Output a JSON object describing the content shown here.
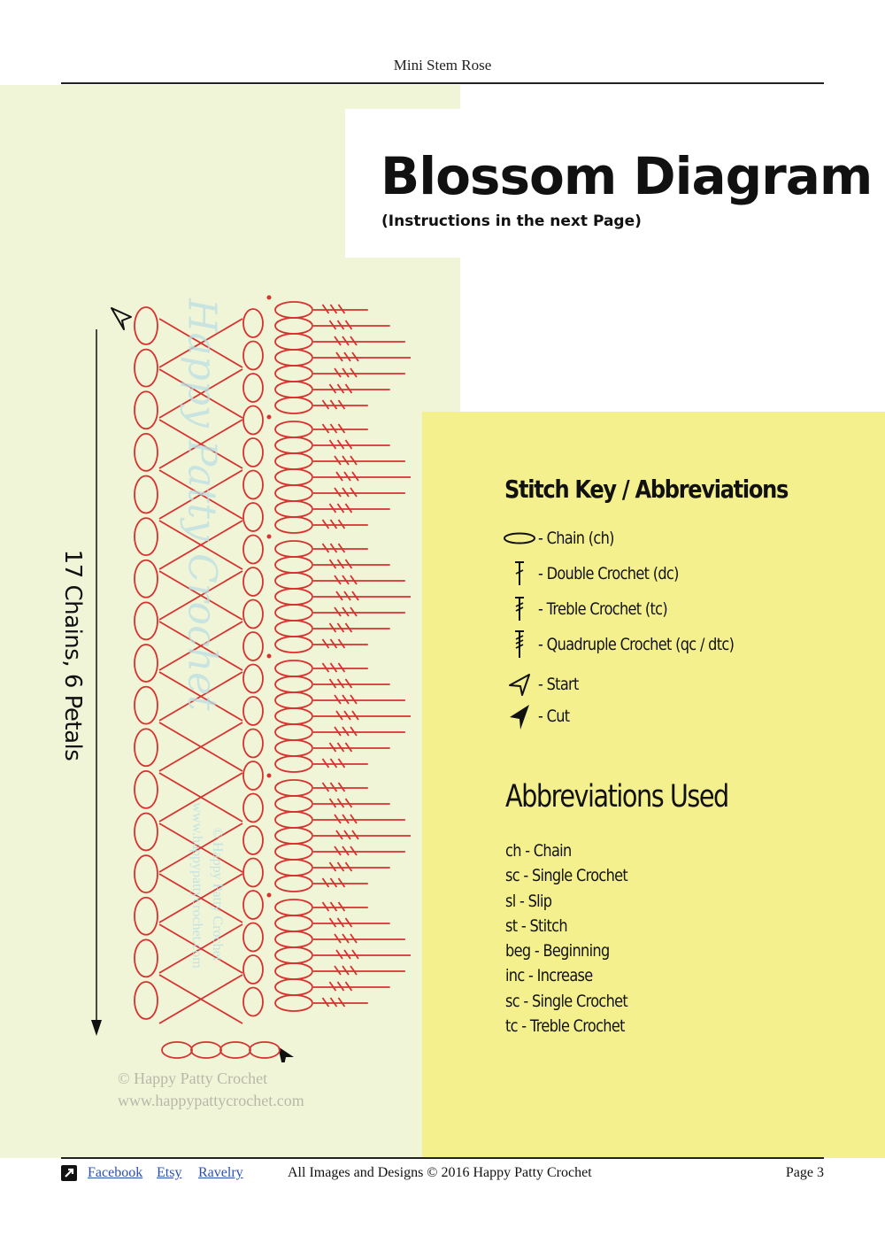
{
  "header": {
    "title": "Mini Stem Rose"
  },
  "main": {
    "title": "Blossom Diagram",
    "subtitle": "(Instructions in the next Page)"
  },
  "diagram": {
    "side_label": "17 Chains, 6 Petals",
    "watermark": "Happy Patty Crochet",
    "watermark_copyright": "© Happy Patty Crochet",
    "watermark_url": "www.happypattycrochet.com",
    "stitch_color": "#d6322f",
    "chains_counted": 17,
    "petals": 6
  },
  "credit": {
    "line1": "© Happy Patty Crochet",
    "line2": "www.happypattycrochet.com"
  },
  "stitch_key": {
    "title": "Stitch Key / Abbreviations",
    "items": [
      {
        "icon": "chain-icon",
        "label": "- Chain (ch)"
      },
      {
        "icon": "double-crochet-icon",
        "label": "- Double Crochet (dc)"
      },
      {
        "icon": "treble-crochet-icon",
        "label": "- Treble Crochet (tc)"
      },
      {
        "icon": "quadruple-crochet-icon",
        "label": "- Quadruple Crochet (qc / dtc)"
      },
      {
        "icon": "start-arrow-icon",
        "label": "- Start"
      },
      {
        "icon": "cut-arrow-icon",
        "label": "- Cut"
      }
    ]
  },
  "abbreviations": {
    "title": "Abbreviations Used",
    "items": [
      "ch - Chain",
      "sc - Single Crochet",
      "sl - Slip",
      "st - Stitch",
      "beg - Beginning",
      "inc - Increase",
      "sc - Single Crochet",
      "tc - Treble Crochet"
    ]
  },
  "footer": {
    "links": [
      "Facebook",
      "Etsy",
      "Ravelry"
    ],
    "copyright": "All Images and Designs © 2016 Happy Patty Crochet",
    "page": "Page 3"
  },
  "colors": {
    "green_panel": "#f1f5d8",
    "yellow_panel": "#f4f08e",
    "link": "#2a4fb0",
    "watermark": "#b9dfe3"
  }
}
